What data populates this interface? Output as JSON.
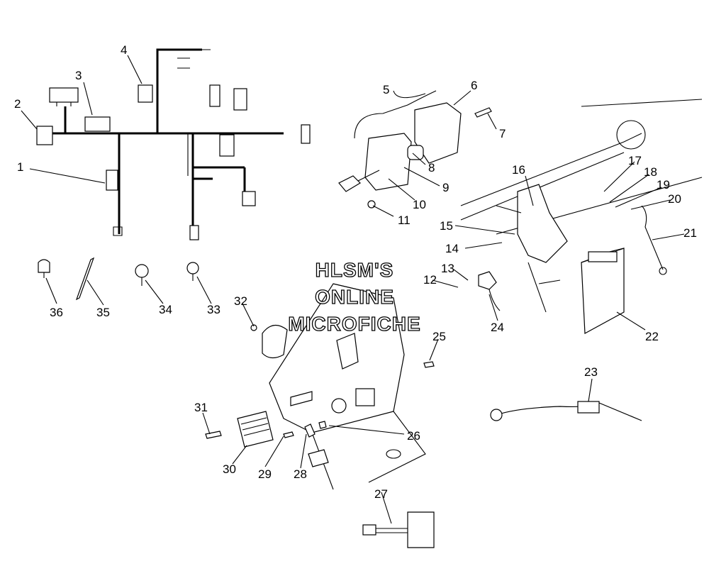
{
  "watermark": {
    "line1": "HLSM'S",
    "line2": "ONLINE",
    "line3": "MICROFICHE"
  },
  "callouts": [
    "1",
    "2",
    "3",
    "4",
    "5",
    "6",
    "7",
    "8",
    "9",
    "10",
    "11",
    "12",
    "13",
    "14",
    "15",
    "16",
    "17",
    "18",
    "19",
    "20",
    "21",
    "22",
    "23",
    "24",
    "25",
    "26",
    "27",
    "28",
    "29",
    "30",
    "31",
    "32",
    "33",
    "34",
    "35",
    "36"
  ],
  "icons": [
    "wiring-harness",
    "tail-light-assembly",
    "frame",
    "battery",
    "battery-cable",
    "voltage-regulator",
    "cdi-box",
    "coil",
    "cable-tie",
    "clip"
  ]
}
